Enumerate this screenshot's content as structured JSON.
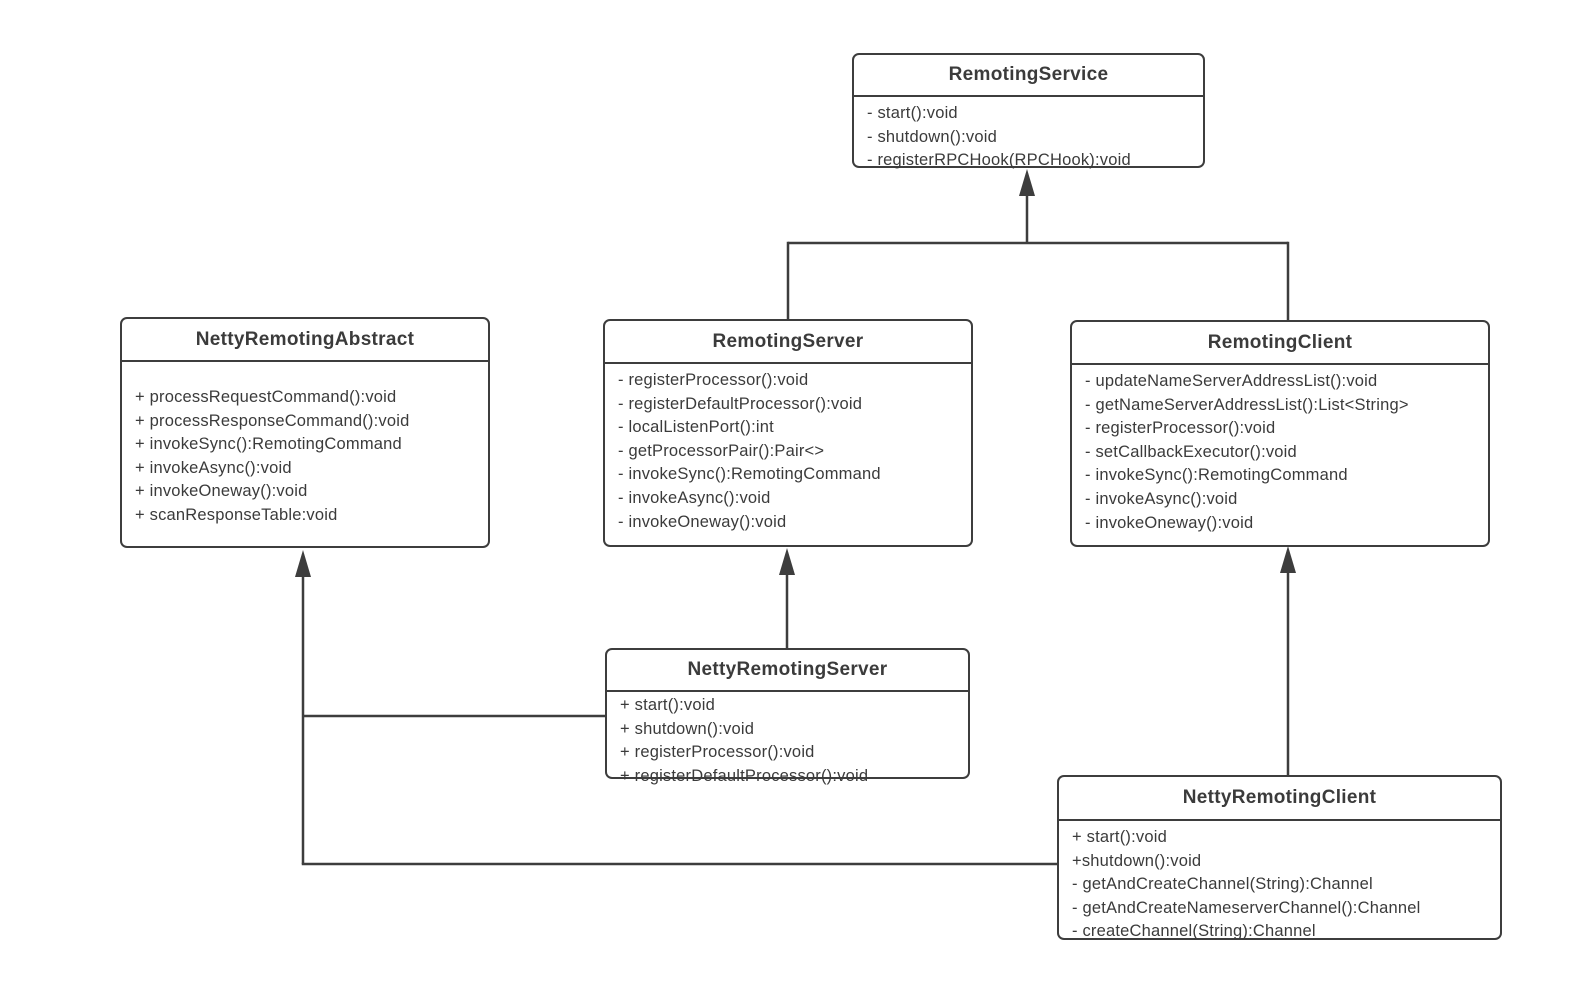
{
  "classes": {
    "remotingService": {
      "name": "RemotingService",
      "methods": [
        "- start():void",
        "- shutdown():void",
        "- registerRPCHook(RPCHook):void"
      ]
    },
    "nettyRemotingAbstract": {
      "name": "NettyRemotingAbstract",
      "methods": [
        "+ processRequestCommand():void",
        "+ processResponseCommand():void",
        "+ invokeSync():RemotingCommand",
        "+ invokeAsync():void",
        "+ invokeOneway():void",
        "+ scanResponseTable:void"
      ]
    },
    "remotingServer": {
      "name": "RemotingServer",
      "methods": [
        "- registerProcessor():void",
        "- registerDefaultProcessor():void",
        "- localListenPort():int",
        "- getProcessorPair():Pair<>",
        "- invokeSync():RemotingCommand",
        "- invokeAsync():void",
        "- invokeOneway():void"
      ]
    },
    "remotingClient": {
      "name": "RemotingClient",
      "methods": [
        "- updateNameServerAddressList():void",
        "- getNameServerAddressList():List<String>",
        "- registerProcessor():void",
        "- setCallbackExecutor():void",
        "- invokeSync():RemotingCommand",
        "- invokeAsync():void",
        "- invokeOneway():void"
      ]
    },
    "nettyRemotingServer": {
      "name": "NettyRemotingServer",
      "methods": [
        "+ start():void",
        "+ shutdown():void",
        "+ registerProcessor():void",
        "+ registerDefaultProcessor():void"
      ]
    },
    "nettyRemotingClient": {
      "name": "NettyRemotingClient",
      "methods": [
        "+ start():void",
        "+shutdown():void",
        "- getAndCreateChannel(String):Channel",
        "- getAndCreateNameserverChannel():Channel",
        "- createChannel(String):Channel"
      ]
    }
  },
  "relationships": [
    {
      "from": "RemotingServer",
      "to": "RemotingService",
      "type": "inheritance"
    },
    {
      "from": "RemotingClient",
      "to": "RemotingService",
      "type": "inheritance"
    },
    {
      "from": "NettyRemotingServer",
      "to": "RemotingServer",
      "type": "inheritance"
    },
    {
      "from": "NettyRemotingClient",
      "to": "RemotingClient",
      "type": "inheritance"
    },
    {
      "from": "NettyRemotingServer",
      "to": "NettyRemotingAbstract",
      "type": "inheritance"
    },
    {
      "from": "NettyRemotingClient",
      "to": "NettyRemotingAbstract",
      "type": "inheritance"
    }
  ],
  "colors": {
    "stroke": "#3d3d3d",
    "text": "#3b3b3b",
    "background": "#ffffff"
  }
}
